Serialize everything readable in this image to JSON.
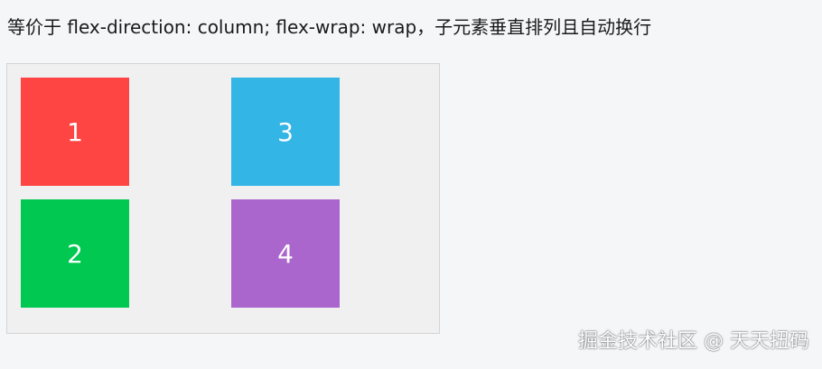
{
  "caption": "等价于 flex-direction: column; flex-wrap: wrap，子元素垂直排列且自动换行",
  "boxes": [
    {
      "label": "1",
      "color": "#ff4444"
    },
    {
      "label": "2",
      "color": "#00c851"
    },
    {
      "label": "3",
      "color": "#33b5e5"
    },
    {
      "label": "4",
      "color": "#aa66cc"
    }
  ],
  "watermark": "掘金技术社区 @ 天天扭码"
}
